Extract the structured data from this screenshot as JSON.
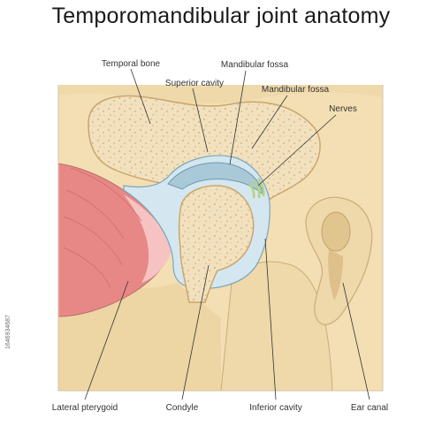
{
  "title": "Temporomandibular joint anatomy",
  "labels": {
    "temporal_bone": "Temporal bone",
    "superior_cavity": "Superior cavity",
    "mandibular_fossa_1": "Mandibular fossa",
    "mandibular_fossa_2": "Mandibular fossa",
    "nerves": "Nerves",
    "lateral_pterygoid": "Lateral pterygoid",
    "condyle": "Condyle",
    "inferior_cavity": "Inferior cavity",
    "ear_canal": "Ear canal"
  },
  "watermark": "1646934687",
  "colors": {
    "tissue": "#f3dfb3",
    "tissue_dark": "#e7cb96",
    "bone": "#f2e1bf",
    "bone_border": "#d9bb86",
    "cavity": "#a9c9d8",
    "cavity_light": "#d4e7f0",
    "muscle": "#e88886",
    "muscle_light": "#f6c3c2",
    "nerve": "#b7d27a"
  }
}
